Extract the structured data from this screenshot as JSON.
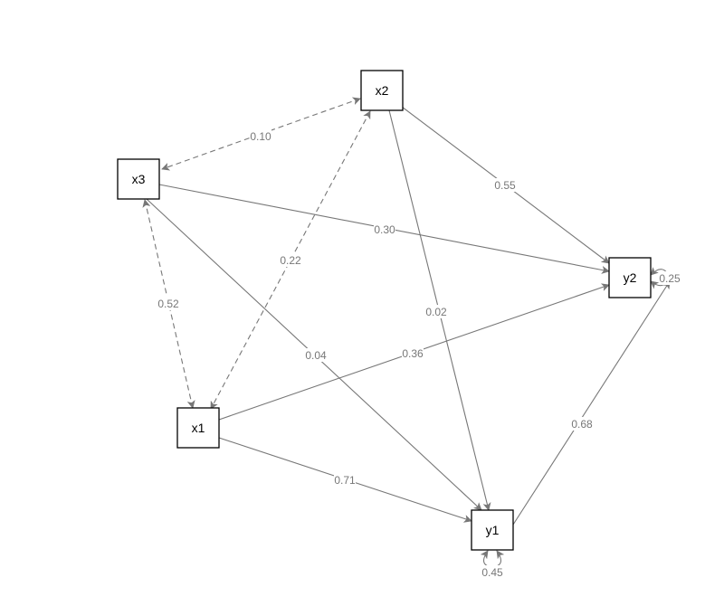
{
  "diagram": {
    "type": "path-diagram",
    "colors": {
      "edge": "#777777",
      "node_border": "#000000",
      "node_fill": "#ffffff"
    },
    "nodes": [
      {
        "id": "x1",
        "label": "x1"
      },
      {
        "id": "x2",
        "label": "x2"
      },
      {
        "id": "x3",
        "label": "x3"
      },
      {
        "id": "y1",
        "label": "y1"
      },
      {
        "id": "y2",
        "label": "y2"
      }
    ],
    "edges": [
      {
        "from": "x2",
        "to": "x3",
        "label": "0.10",
        "style": "dashed",
        "kind": "covariance"
      },
      {
        "from": "x2",
        "to": "x1",
        "label": "0.22",
        "style": "dashed",
        "kind": "covariance"
      },
      {
        "from": "x3",
        "to": "x1",
        "label": "0.52",
        "style": "dashed",
        "kind": "covariance"
      },
      {
        "from": "x2",
        "to": "y2",
        "label": "0.55",
        "style": "solid",
        "kind": "regression"
      },
      {
        "from": "x3",
        "to": "y2",
        "label": "0.30",
        "style": "solid",
        "kind": "regression"
      },
      {
        "from": "x2",
        "to": "y1",
        "label": "0.02",
        "style": "solid",
        "kind": "regression"
      },
      {
        "from": "x3",
        "to": "y1",
        "label": "0.04",
        "style": "solid",
        "kind": "regression"
      },
      {
        "from": "x1",
        "to": "y2",
        "label": "0.36",
        "style": "solid",
        "kind": "regression"
      },
      {
        "from": "x1",
        "to": "y1",
        "label": "0.71",
        "style": "solid",
        "kind": "regression"
      },
      {
        "from": "y1",
        "to": "y2",
        "label": "0.68",
        "style": "solid",
        "kind": "regression"
      }
    ],
    "residuals": [
      {
        "node": "y2",
        "label": "0.25"
      },
      {
        "node": "y1",
        "label": "0.45"
      }
    ]
  }
}
